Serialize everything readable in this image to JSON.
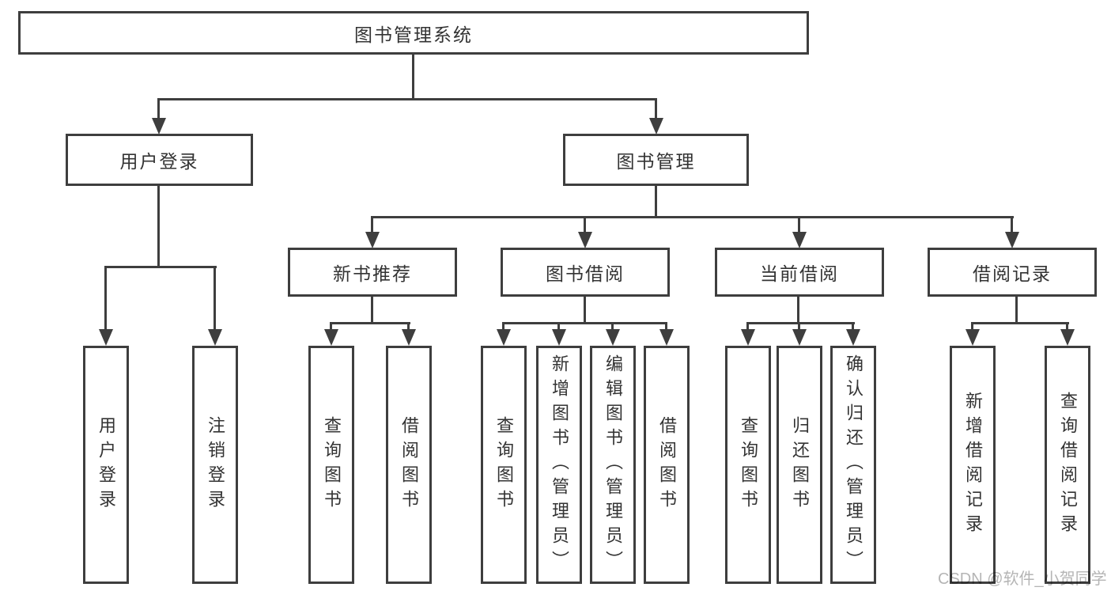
{
  "colors": {
    "line": "#3e3e3e",
    "text": "#333333",
    "box_background": "#ffffff",
    "page_background": "#ffffff",
    "watermark": "#b5b5b5"
  },
  "watermark": {
    "text": "CSDN @软件_小贺同学"
  },
  "diagram": {
    "title": "图书管理系统",
    "branches": [
      {
        "label": "用户登录",
        "children": [
          {
            "label": "用户登录"
          },
          {
            "label": "注销登录"
          }
        ]
      },
      {
        "label": "图书管理",
        "children": [
          {
            "label": "新书推荐",
            "children": [
              {
                "label": "查询图书"
              },
              {
                "label": "借阅图书"
              }
            ]
          },
          {
            "label": "图书借阅",
            "children": [
              {
                "label": "查询图书"
              },
              {
                "label": "新增图书（管理员）"
              },
              {
                "label": "编辑图书（管理员）"
              },
              {
                "label": "借阅图书"
              }
            ]
          },
          {
            "label": "当前借阅",
            "children": [
              {
                "label": "查询图书"
              },
              {
                "label": "归还图书"
              },
              {
                "label": "确认归还（管理员）"
              }
            ]
          },
          {
            "label": "借阅记录",
            "children": [
              {
                "label": "新增借阅记录"
              },
              {
                "label": "查询借阅记录"
              }
            ]
          }
        ]
      }
    ]
  }
}
